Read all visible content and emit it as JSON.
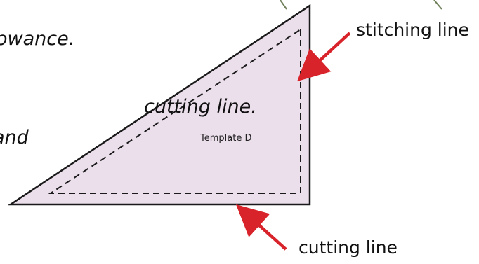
{
  "instructions": {
    "line1": "owance.",
    "line2": "cutting line.",
    "line3": "and"
  },
  "labels": {
    "stitching": "stitching line",
    "cutting": "cutting line",
    "template": "Template D"
  },
  "colors": {
    "fill": "#ecdfec",
    "outline": "#1a1a1a",
    "arrow": "#d8232a",
    "leaf": "#6f7f5a"
  }
}
